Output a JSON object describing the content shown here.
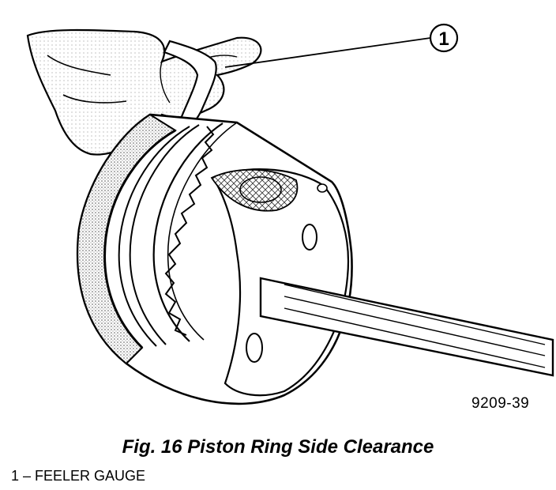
{
  "figure": {
    "code": "9209-39",
    "caption": "Fig. 16 Piston Ring Side Clearance"
  },
  "callouts": [
    {
      "number": "1",
      "label": "FEELER GAUGE"
    }
  ],
  "legend": [
    {
      "text": "1 – FEELER GAUGE"
    }
  ]
}
